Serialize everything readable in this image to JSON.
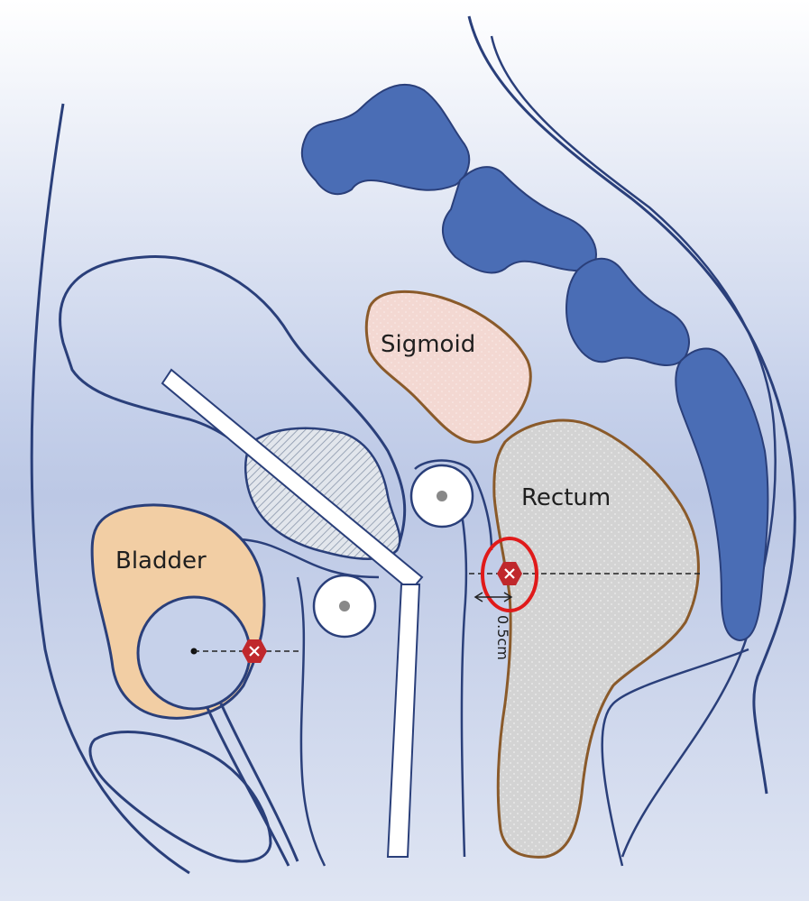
{
  "labels": {
    "bladder": "Bladder",
    "sigmoid": "Sigmoid",
    "rectum": "Rectum",
    "distance": "0.5cm"
  },
  "colors": {
    "background_top": "#ffffff",
    "background_mid": "#bcc9e6",
    "background_bottom": "#d9e0f1",
    "outline": "#2a3f7a",
    "vertebra": "#4a6db5",
    "bladder_fill": "#f2cea4",
    "bladder_outline": "#2a3f7a",
    "sigmoid_fill": "#f3d8d2",
    "sigmoid_outline": "#8a5a2a",
    "rectum_fill": "#d2d2d2",
    "rectum_outline": "#8a5a2a",
    "cervix_fill": "#d9dde3",
    "marker": "#c0282c",
    "highlight_ring": "#e01a1a",
    "instrument": "#ffffff"
  }
}
